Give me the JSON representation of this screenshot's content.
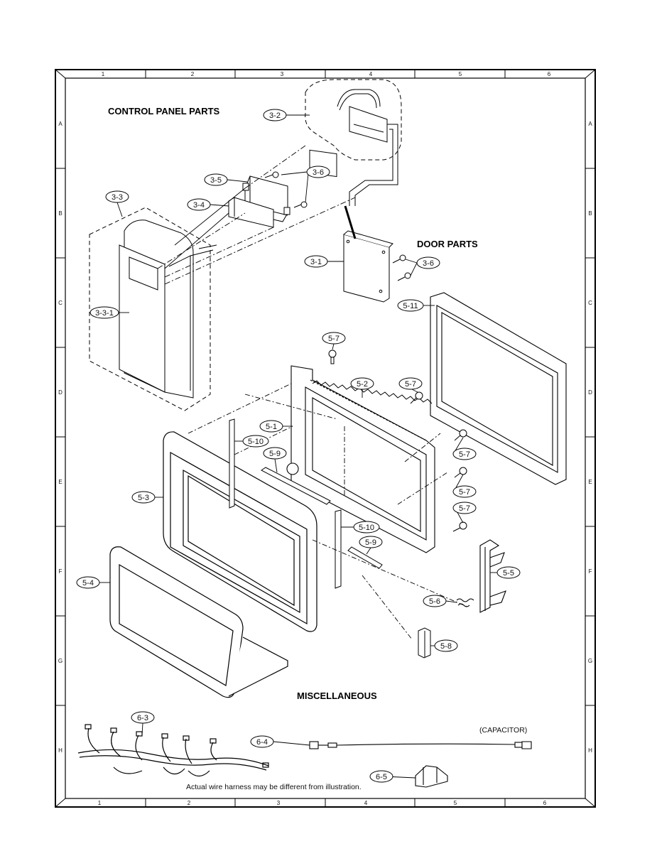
{
  "sections": {
    "control_panel": "CONTROL PANEL PARTS",
    "door": "DOOR PARTS",
    "misc": "MISCELLANEOUS"
  },
  "annotations": {
    "capacitor": "(CAPACITOR)",
    "harness_note": "Actual wire harness may be different from illustration."
  },
  "grid": {
    "columns": [
      "1",
      "2",
      "3",
      "4",
      "5",
      "6"
    ],
    "rows": [
      "A",
      "B",
      "C",
      "D",
      "E",
      "F",
      "G",
      "H"
    ]
  },
  "callouts": [
    {
      "id": "c-3-2",
      "text": "3-2"
    },
    {
      "id": "c-3-5",
      "text": "3-5"
    },
    {
      "id": "c-3-6a",
      "text": "3-6"
    },
    {
      "id": "c-3-4",
      "text": "3-4"
    },
    {
      "id": "c-3-3",
      "text": "3-3"
    },
    {
      "id": "c-3-1",
      "text": "3-1"
    },
    {
      "id": "c-3-6b",
      "text": "3-6"
    },
    {
      "id": "c-3-3-1",
      "text": "3-3-1"
    },
    {
      "id": "c-5-11",
      "text": "5-11"
    },
    {
      "id": "c-5-7a",
      "text": "5-7"
    },
    {
      "id": "c-5-2",
      "text": "5-2"
    },
    {
      "id": "c-5-7b",
      "text": "5-7"
    },
    {
      "id": "c-5-1",
      "text": "5-1"
    },
    {
      "id": "c-5-10a",
      "text": "5-10"
    },
    {
      "id": "c-5-9a",
      "text": "5-9"
    },
    {
      "id": "c-5-7c",
      "text": "5-7"
    },
    {
      "id": "c-5-3",
      "text": "5-3"
    },
    {
      "id": "c-5-7d",
      "text": "5-7"
    },
    {
      "id": "c-5-7e",
      "text": "5-7"
    },
    {
      "id": "c-5-10b",
      "text": "5-10"
    },
    {
      "id": "c-5-9b",
      "text": "5-9"
    },
    {
      "id": "c-5-4",
      "text": "5-4"
    },
    {
      "id": "c-5-5",
      "text": "5-5"
    },
    {
      "id": "c-5-6",
      "text": "5-6"
    },
    {
      "id": "c-5-8",
      "text": "5-8"
    },
    {
      "id": "c-6-3",
      "text": "6-3"
    },
    {
      "id": "c-6-4",
      "text": "6-4"
    },
    {
      "id": "c-6-5",
      "text": "6-5"
    }
  ]
}
